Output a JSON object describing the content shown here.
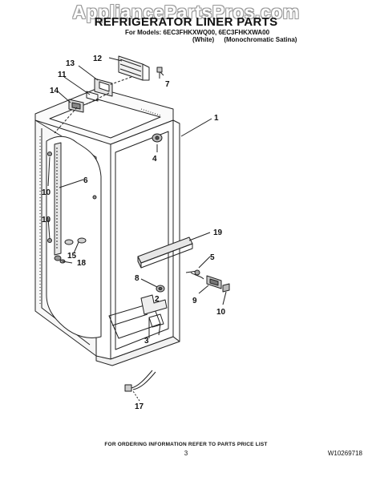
{
  "watermark": "AppliancePartsPros.com",
  "title": "REFRIGERATOR LINER PARTS",
  "models_line": "For Models: 6EC3FHKXWQ00, 6EC3FHKXWA00",
  "variant_white": "(White)",
  "variant_satina": "(Monochromatic Satina)",
  "callouts": {
    "c1": "1",
    "c2": "2",
    "c3": "3",
    "c4": "4",
    "c5": "5",
    "c6": "6",
    "c7": "7",
    "c8": "8",
    "c9": "9",
    "c10a": "10",
    "c10b": "10",
    "c10c": "10",
    "c11": "11",
    "c12": "12",
    "c13": "13",
    "c14": "14",
    "c15": "15",
    "c17": "17",
    "c18": "18",
    "c19": "19"
  },
  "footer_note": "FOR ORDERING INFORMATION REFER TO PARTS PRICE LIST",
  "page_number": "3",
  "document_number": "W10269718"
}
